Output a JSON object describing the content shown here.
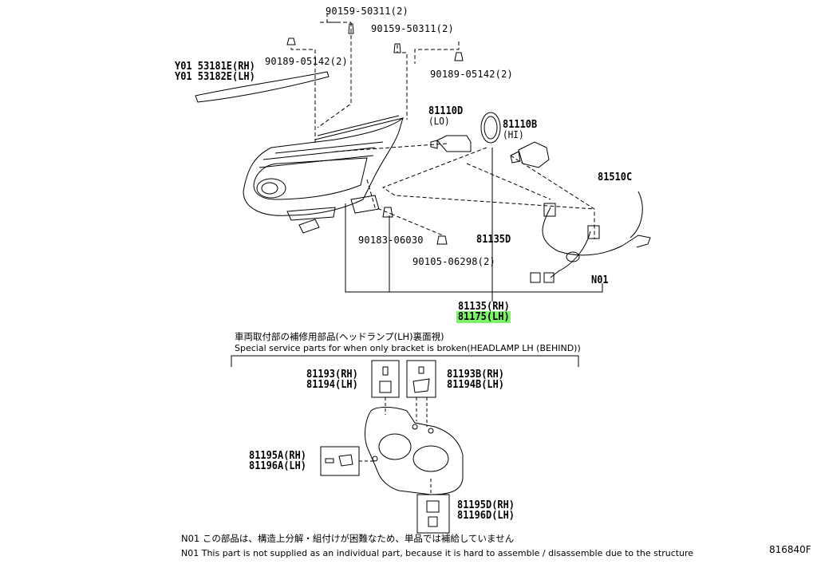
{
  "parts": {
    "clip_upper_left": "90159-50311(2)",
    "clip_upper_right": "90159-50311(2)",
    "screw_left": "90189-05142(2)",
    "screw_right": "90189-05142(2)",
    "garnish_rh": "Y01 53181E(RH)",
    "garnish_lh": "Y01 53182E(LH)",
    "bulb_lo": "81110D",
    "bulb_lo_tag": "(LO)",
    "bulb_hi": "81110B",
    "bulb_hi_tag": "(HI)",
    "socket_wire": "81510C",
    "nut": "90183-06030",
    "screw_lower": "90105-06298(2)",
    "cover": "81135D",
    "wire_note_ref": "N01",
    "headlamp_rh": "81135(RH)",
    "headlamp_lh": "81175(LH)"
  },
  "service_section": {
    "title_jp": "車両取付部の補修用部品(ヘッドランプ(LH)裏面視)",
    "title_en": "Special service parts for when only bracket is broken(HEADLAMP LH (BEHIND))",
    "bracket_a_rh": "81193(RH)",
    "bracket_a_lh": "81194(LH)",
    "bracket_b_rh": "81193B(RH)",
    "bracket_b_lh": "81194B(LH)",
    "bracket_c_rh": "81195A(RH)",
    "bracket_c_lh": "81196A(LH)",
    "bracket_d_rh": "81195D(RH)",
    "bracket_d_lh": "81196D(LH)"
  },
  "notes": {
    "n01_jp": "N01 この部品は、構造上分解・組付けが困難なため、単品では補給していません",
    "n01_en": "N01 This part is not supplied as an individual part, because it is hard to assemble / disassemble due to the structure"
  },
  "diagram_id": "816840F",
  "colors": {
    "highlight": "#7df26a",
    "ink": "#000000"
  }
}
